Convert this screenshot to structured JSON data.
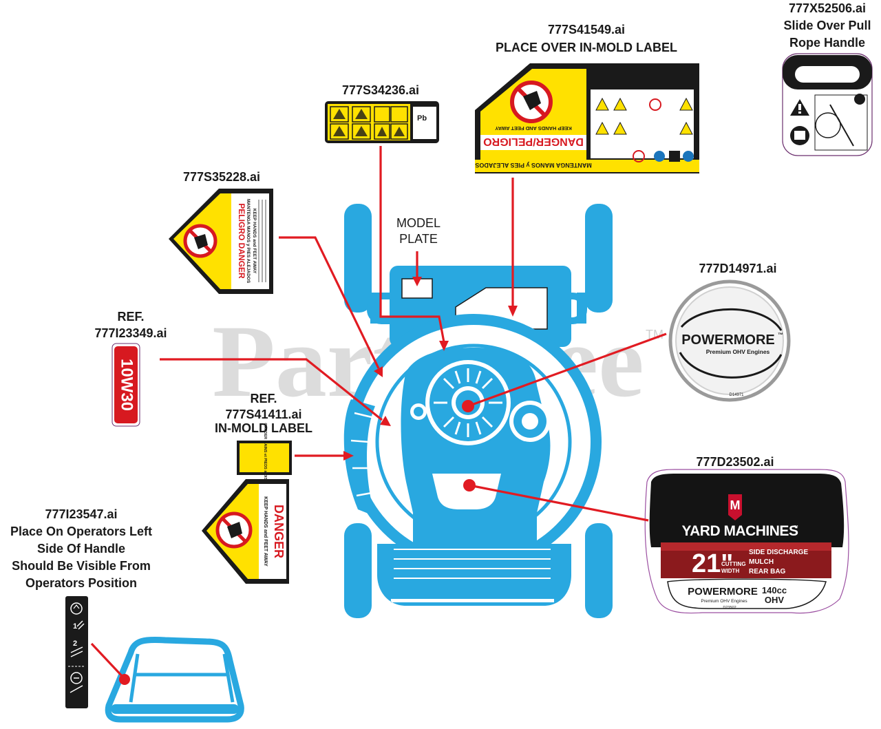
{
  "watermark": {
    "text": "PartsTree",
    "tm": "TM"
  },
  "colors": {
    "mower": "#29a8e0",
    "leader": "#e11b22",
    "decal_yellow": "#ffe100",
    "decal_red": "#d71920",
    "text": "#1a1a1a"
  },
  "callouts": {
    "c34236": "777S34236.ai",
    "c41549": {
      "line1": "777S41549.ai",
      "line2": "PLACE OVER IN-MOLD LABEL"
    },
    "cX52506": {
      "line1": "777X52506.ai",
      "line2": "Slide Over Pull",
      "line3": "Rope Handle"
    },
    "c35228": "777S35228.ai",
    "model_plate": {
      "line1": "MODEL",
      "line2": "PLATE"
    },
    "cD14971": "777D14971.ai",
    "c23349": {
      "line1": "REF.",
      "line2": "777I23349.ai"
    },
    "c41411": {
      "line1": "REF.",
      "line2": "777S41411.ai",
      "line3": "IN-MOLD LABEL"
    },
    "cD23502": "777D23502.ai",
    "c23547": {
      "line1": "777I23547.ai",
      "line2": "Place On Operators Left",
      "line3": "Side Of Handle",
      "line4": "Should Be Visible From",
      "line5": "Operators Position"
    }
  },
  "decals": {
    "oil": {
      "text": "10W30"
    },
    "danger_large": {
      "main": "DANGER/PELIGRO",
      "sub1": "KEEP HANDS AND FEET AWAY",
      "sub2": "MANTENGA MANOS y PIES ALEJADOS"
    },
    "peligro_danger": {
      "main": "PELIGRO DANGER",
      "sub1": "MANTENGA MANOS y PIES ALEJADOS",
      "sub2": "KEEP HANDS and FEET AWAY"
    },
    "inmold": {
      "top": "GARDER MAINS et PIEDS à DISTANCE",
      "main": "DANGER",
      "sub": "KEEP HANDS and FEET AWAY"
    },
    "powermore_round": {
      "brand": "POWERMORE",
      "tm": "™",
      "sub": "Premium OHV Engines",
      "code": "D14971"
    },
    "yard_machines": {
      "logo": "M",
      "brand": "YARD MACHINES",
      "tm": "™",
      "size": "21\"",
      "cutting": "CUTTING",
      "width": "WIDTH",
      "opt1": "SIDE DISCHARGE",
      "opt2": "MULCH",
      "opt3": "REAR BAG",
      "engine_brand": "POWERMORE",
      "engine_sub": "Premium OHV Engines",
      "cc": "140cc",
      "ohv": "OHV",
      "code": "D23502"
    },
    "handle_strip": {
      "n1": "1",
      "n2": "2"
    }
  }
}
